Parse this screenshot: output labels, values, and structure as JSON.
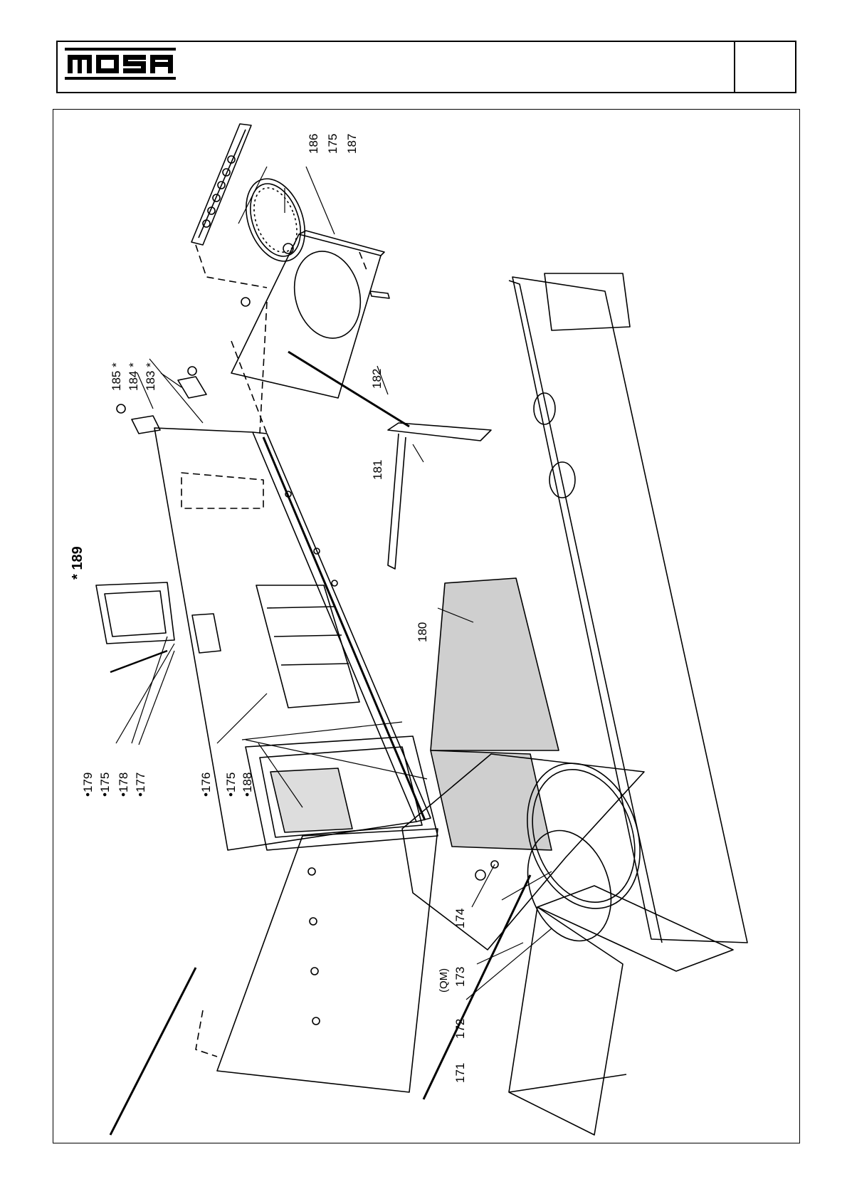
{
  "header": {
    "brand": "MOSA",
    "page_number": ""
  },
  "diagram": {
    "parts": [
      {
        "id": "p186",
        "text": "186"
      },
      {
        "id": "p175a",
        "text": "175"
      },
      {
        "id": "p187",
        "text": "187"
      },
      {
        "id": "p185",
        "text": "185 *"
      },
      {
        "id": "p184",
        "text": "184 *"
      },
      {
        "id": "p183",
        "text": "183 *"
      },
      {
        "id": "p182",
        "text": "182"
      },
      {
        "id": "p181",
        "text": "181"
      },
      {
        "id": "p189",
        "text": "* 189"
      },
      {
        "id": "p180",
        "text": "180"
      },
      {
        "id": "p179",
        "text": "•179"
      },
      {
        "id": "p175b",
        "text": "•175"
      },
      {
        "id": "p178",
        "text": "•178"
      },
      {
        "id": "p177",
        "text": "•177"
      },
      {
        "id": "p176",
        "text": "•176"
      },
      {
        "id": "p175c",
        "text": "•175"
      },
      {
        "id": "p188",
        "text": "•188"
      },
      {
        "id": "p174",
        "text": "174"
      },
      {
        "id": "p173",
        "text": "173"
      },
      {
        "id": "p173qm",
        "text": "(QM)"
      },
      {
        "id": "p172",
        "text": "172"
      },
      {
        "id": "p171",
        "text": "171"
      }
    ]
  }
}
